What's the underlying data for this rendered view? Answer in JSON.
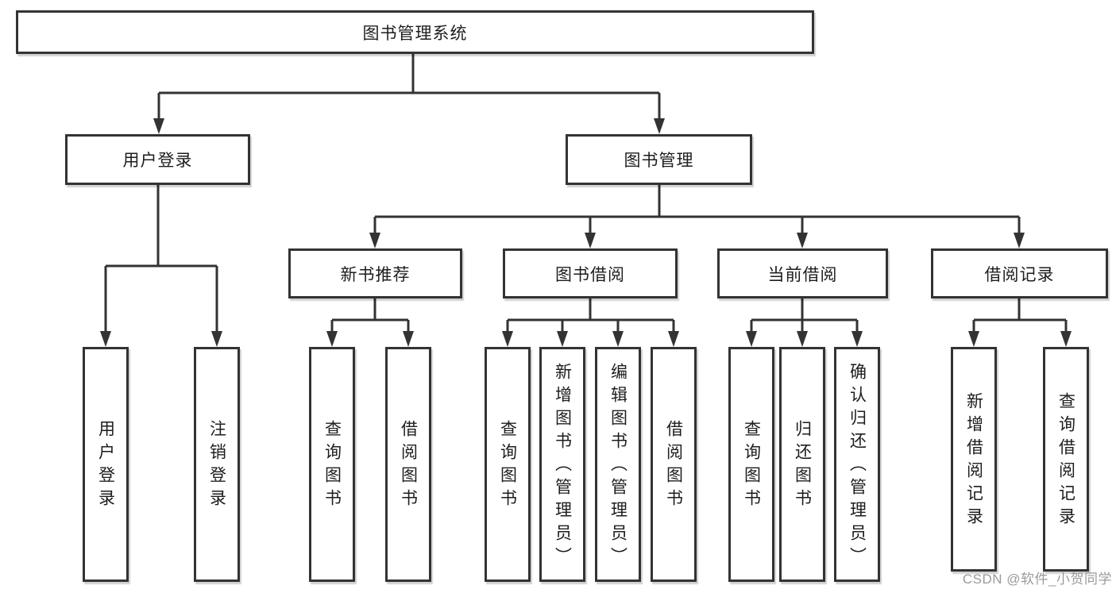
{
  "tree": {
    "root": {
      "label": "图书管理系统",
      "children": [
        {
          "label": "用户登录",
          "children": [
            {
              "label": "用户登录"
            },
            {
              "label": "注销登录"
            }
          ]
        },
        {
          "label": "图书管理",
          "children": [
            {
              "label": "新书推荐",
              "children": [
                {
                  "label": "查询图书"
                },
                {
                  "label": "借阅图书"
                }
              ]
            },
            {
              "label": "图书借阅",
              "children": [
                {
                  "label": "查询图书"
                },
                {
                  "label": "新增图书（管理员）"
                },
                {
                  "label": "编辑图书（管理员）"
                },
                {
                  "label": "借阅图书"
                }
              ]
            },
            {
              "label": "当前借阅",
              "children": [
                {
                  "label": "查询图书"
                },
                {
                  "label": "归还图书"
                },
                {
                  "label": "确认归还（管理员）"
                }
              ]
            },
            {
              "label": "借阅记录",
              "children": [
                {
                  "label": "新增借阅记录"
                },
                {
                  "label": "查询借阅记录"
                }
              ]
            }
          ]
        }
      ]
    }
  },
  "watermark": {
    "text": "CSDN @软件_小贺同学"
  },
  "colors": {
    "line": "#333333",
    "text": "#1d1d1d",
    "box_bg": "#ffffff",
    "watermark": "#9b9b9b"
  }
}
